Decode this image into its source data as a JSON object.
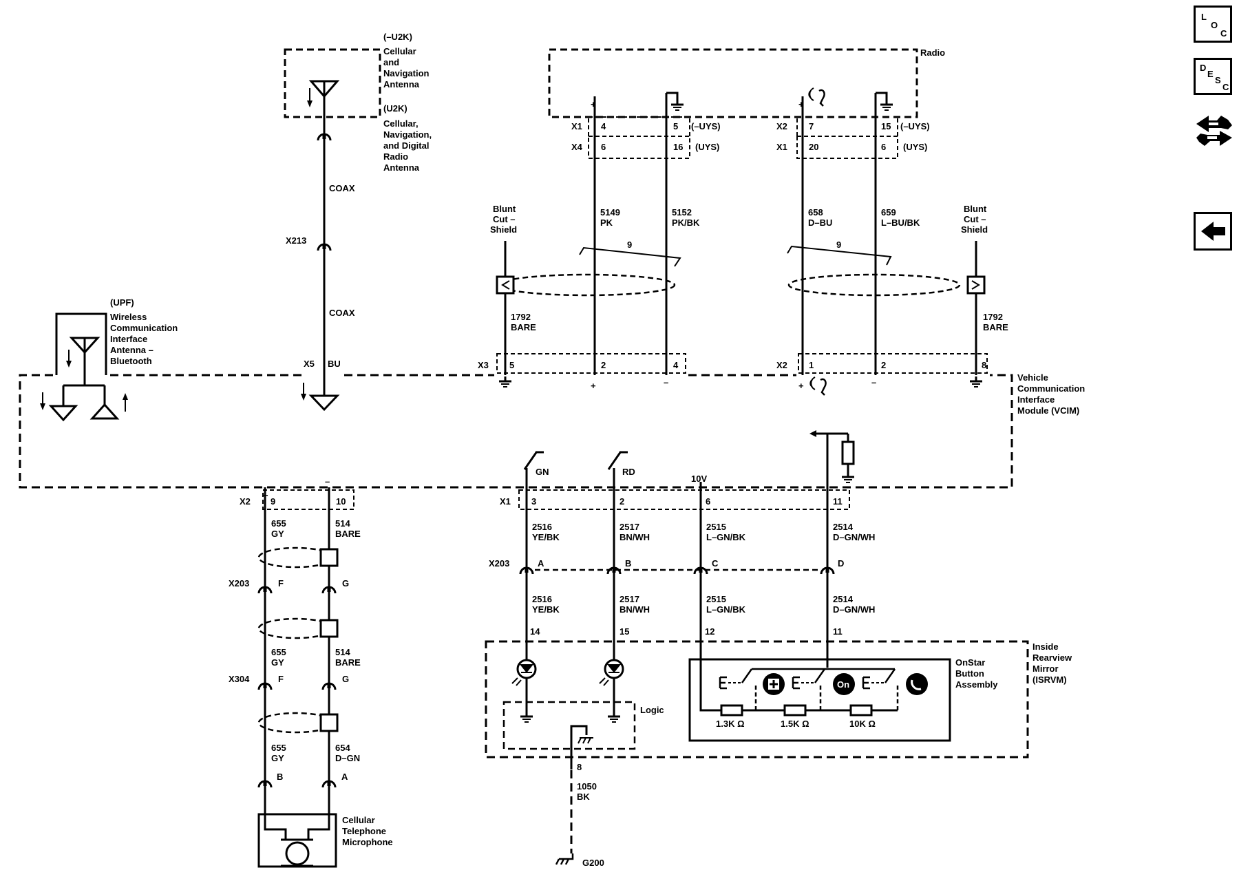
{
  "sidebar": {
    "loc": {
      "l1": "L",
      "l2": "O",
      "l3": "C"
    },
    "desc": {
      "l1": "D",
      "l2": "E",
      "l3": "S",
      "l4": "C"
    },
    "connector_icon": "connector-end-view-icon",
    "back_icon": "back-arrow-icon"
  },
  "antenna": {
    "title1": "(–U2K)",
    "lines1": [
      "Cellular",
      "and",
      "Navigation",
      "Antenna"
    ],
    "title2": "(U2K)",
    "lines2": [
      "Cellular,",
      "Navigation,",
      "and Digital",
      "Radio",
      "Antenna"
    ],
    "coax_top": "COAX",
    "x213": "X213",
    "coax_bottom": "COAX",
    "x5": "X5",
    "bu": "BU"
  },
  "radio": {
    "label": "Radio",
    "conn_a": [
      {
        "name": "X1",
        "pin1": "4",
        "pin2": "5",
        "opt": "(–UYS)"
      },
      {
        "name": "X4",
        "pin1": "6",
        "pin2": "16",
        "opt": "(UYS)"
      }
    ],
    "conn_b": [
      {
        "name": "X2",
        "pin1": "7",
        "pin2": "15",
        "opt": "(–UYS)"
      },
      {
        "name": "X1",
        "pin1": "20",
        "pin2": "6",
        "opt": "(UYS)"
      }
    ],
    "wires_a": [
      {
        "circuit": "5149",
        "color": "PK"
      },
      {
        "circuit": "5152",
        "color": "PK/BK"
      }
    ],
    "wires_b": [
      {
        "circuit": "658",
        "color": "D–BU"
      },
      {
        "circuit": "659",
        "color": "L–BU/BK"
      }
    ],
    "twist": "9",
    "blunt": [
      "Blunt",
      "Cut –",
      "Shield"
    ],
    "bare": {
      "circuit": "1792",
      "color": "BARE"
    }
  },
  "vcim": {
    "label": [
      "Vehicle",
      "Communication",
      "Interface",
      "Module (VCIM)"
    ],
    "x3": {
      "name": "X3",
      "pins": [
        "5",
        "2",
        "4"
      ]
    },
    "x2_top": {
      "name": "X2",
      "pins": [
        "1",
        "2",
        "8"
      ]
    },
    "plus": "+",
    "minus": "–",
    "x2_bottom": {
      "name": "X2",
      "pins": [
        "9",
        "10"
      ]
    },
    "x1_bottom": {
      "name": "X1",
      "pins": [
        "3",
        "2",
        "6",
        "11"
      ]
    },
    "gn": "GN",
    "rd": "RD",
    "v10": "10V"
  },
  "bluetooth": {
    "title": "(UPF)",
    "lines": [
      "Wireless",
      "Communication",
      "Interface",
      "Antenna –",
      "Bluetooth"
    ]
  },
  "mic": {
    "wires_top": [
      {
        "circuit": "655",
        "color": "GY"
      },
      {
        "circuit": "514",
        "color": "BARE"
      }
    ],
    "x203": {
      "name": "X203",
      "pins": [
        "F",
        "G"
      ]
    },
    "wires_mid": [
      {
        "circuit": "655",
        "color": "GY"
      },
      {
        "circuit": "514",
        "color": "BARE"
      }
    ],
    "x304": {
      "name": "X304",
      "pins": [
        "F",
        "G"
      ]
    },
    "wires_bot": [
      {
        "circuit": "655",
        "color": "GY"
      },
      {
        "circuit": "654",
        "color": "D–GN"
      }
    ],
    "conn": {
      "pins": [
        "B",
        "A"
      ]
    },
    "label": [
      "Cellular",
      "Telephone",
      "Microphone"
    ]
  },
  "mirror": {
    "wires_top": [
      {
        "circuit": "2516",
        "color": "YE/BK"
      },
      {
        "circuit": "2517",
        "color": "BN/WH"
      },
      {
        "circuit": "2515",
        "color": "L–GN/BK"
      },
      {
        "circuit": "2514",
        "color": "D–GN/WH"
      }
    ],
    "x203": {
      "name": "X203",
      "pins": [
        "A",
        "B",
        "C",
        "D"
      ]
    },
    "wires_bot": [
      {
        "circuit": "2516",
        "color": "YE/BK"
      },
      {
        "circuit": "2517",
        "color": "BN/WH"
      },
      {
        "circuit": "2515",
        "color": "L–GN/BK"
      },
      {
        "circuit": "2514",
        "color": "D–GN/WH"
      }
    ],
    "pins": [
      "14",
      "15",
      "12",
      "11"
    ],
    "logic": "Logic",
    "label": [
      "Inside",
      "Rearview",
      "Mirror",
      "(ISRVM)"
    ],
    "onstar": [
      "OnStar",
      "Button",
      "Assembly"
    ],
    "resistors": [
      "1.3K Ω",
      "1.5K Ω",
      "10K Ω"
    ],
    "ground_pin": "8",
    "ground_wire": {
      "circuit": "1050",
      "color": "BK"
    },
    "g200": "G200"
  }
}
